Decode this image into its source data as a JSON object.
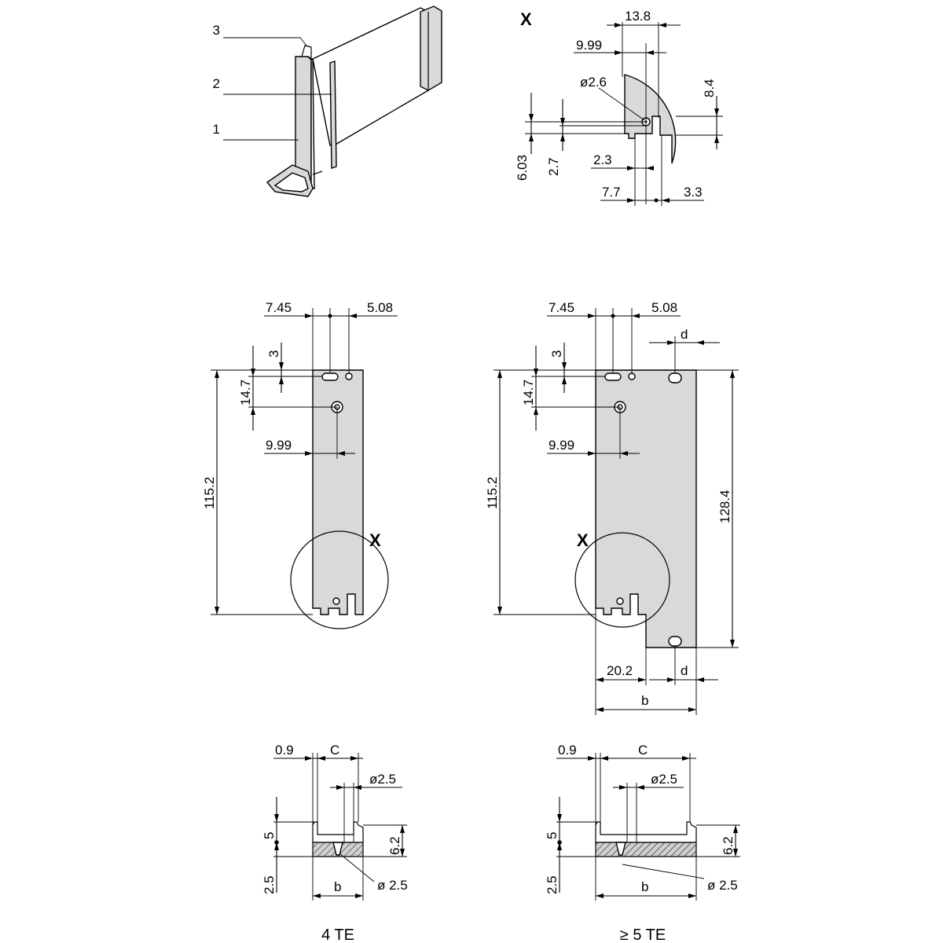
{
  "iso": {
    "callouts": [
      "3",
      "2",
      "1"
    ]
  },
  "detail_x": {
    "label": "X",
    "dims": {
      "w138": "13.8",
      "w999": "9.99",
      "d26": "ø2.6",
      "h84": "8.4",
      "h603": "6.03",
      "h27": "2.7",
      "w23": "2.3",
      "w77": "7.7",
      "w33": "3.3"
    }
  },
  "panel4": {
    "dims": {
      "w745": "7.45",
      "w508": "5.08",
      "h3": "3",
      "h147": "14.7",
      "w999": "9.99",
      "h1152": "115.2"
    },
    "x_label": "X"
  },
  "panel5": {
    "dims": {
      "w745": "7.45",
      "w508": "5.08",
      "d_top": "d",
      "h3": "3",
      "h147": "14.7",
      "w999": "9.99",
      "h1152": "115.2",
      "h1284": "128.4",
      "w202": "20.2",
      "d_bot": "d",
      "b": "b"
    },
    "x_label": "X"
  },
  "section4": {
    "dims": {
      "w09": "0.9",
      "c": "C",
      "d25": "ø2.5",
      "h5": "5",
      "h62": "6.2",
      "h25": "2.5",
      "b": "b",
      "d25b": "ø 2.5"
    },
    "caption": "4 TE"
  },
  "section5": {
    "dims": {
      "w09": "0.9",
      "c": "C",
      "d25": "ø2.5",
      "h5": "5",
      "h62": "6.2",
      "h25": "2.5",
      "b": "b",
      "d25b": "ø 2.5"
    },
    "caption": "≥ 5 TE"
  }
}
